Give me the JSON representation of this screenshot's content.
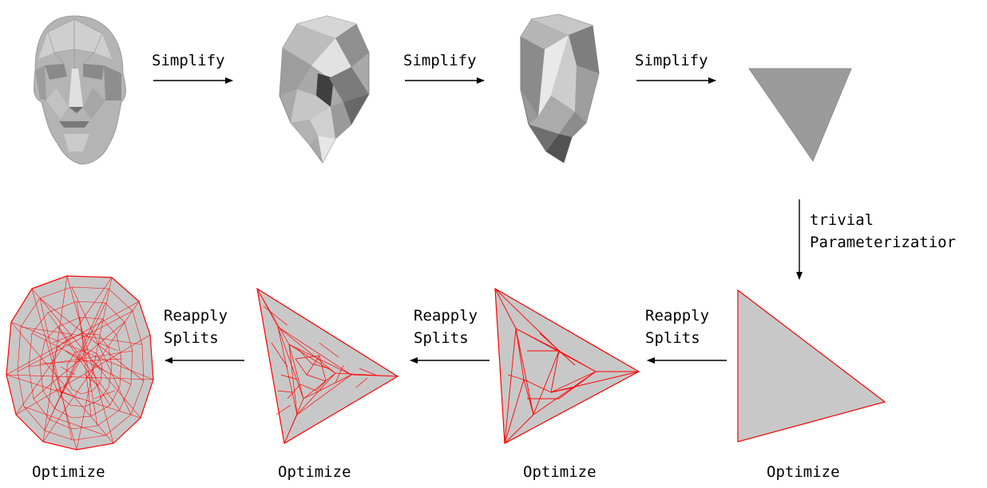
{
  "top_row": {
    "arrow_labels": [
      "Simplify",
      "Simplify",
      "Simplify"
    ],
    "stages": [
      "detailed-head-mesh",
      "simplified-head-mesh",
      "coarse-mesh",
      "base-triangle"
    ]
  },
  "side_step": {
    "line1": "trivial",
    "line2": "Parameterizatior"
  },
  "bottom_row": {
    "arrow_labels": [
      {
        "line1": "Reapply",
        "line2": "Splits"
      },
      {
        "line1": "Reapply",
        "line2": "Splits"
      },
      {
        "line1": "Reapply",
        "line2": "Splits"
      }
    ],
    "captions": [
      "Optimize",
      "Optimize",
      "Optimize",
      "Optimize"
    ]
  },
  "colors": {
    "mesh_fill": "#c8c8c8",
    "wire": "#ff0000",
    "shade_dark": "#5a5a5a",
    "shade_mid": "#8e8e8e",
    "shade_light": "#dcdcdc"
  }
}
